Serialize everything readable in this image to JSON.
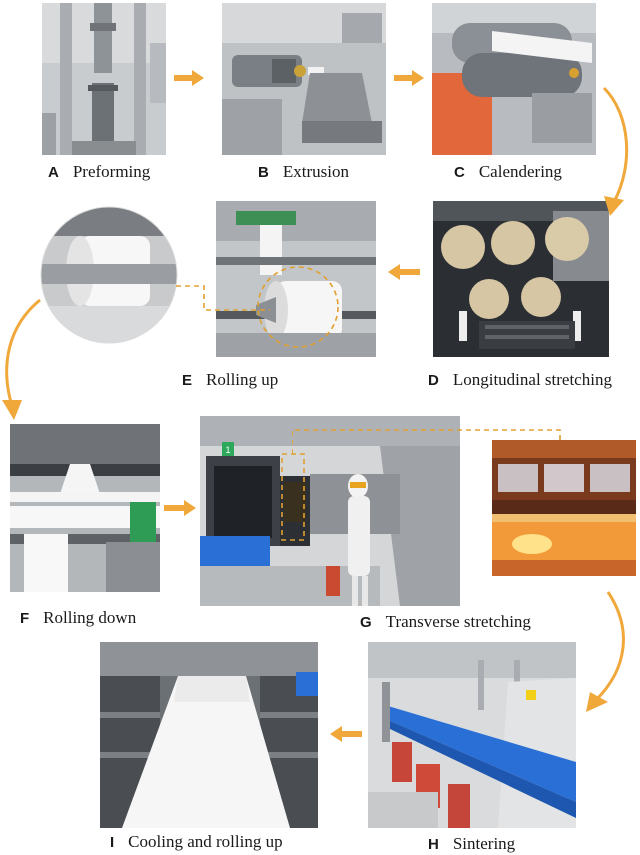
{
  "colors": {
    "arrow": "#f0a83a",
    "callout": "#e0a030",
    "blue_cover": "#2a6fd6",
    "furnace_glow": "#f29a3a"
  },
  "steps": [
    {
      "letter": "A",
      "label": "Preforming"
    },
    {
      "letter": "B",
      "label": "Extrusion"
    },
    {
      "letter": "C",
      "label": "Calendering"
    },
    {
      "letter": "D",
      "label": "Longitudinal stretching"
    },
    {
      "letter": "E",
      "label": "Rolling up"
    },
    {
      "letter": "F",
      "label": "Rolling down"
    },
    {
      "letter": "G",
      "label": "Transverse stretching"
    },
    {
      "letter": "H",
      "label": "Sintering"
    },
    {
      "letter": "I",
      "label": "Cooling and rolling up"
    }
  ],
  "photo_g_sign": "1"
}
